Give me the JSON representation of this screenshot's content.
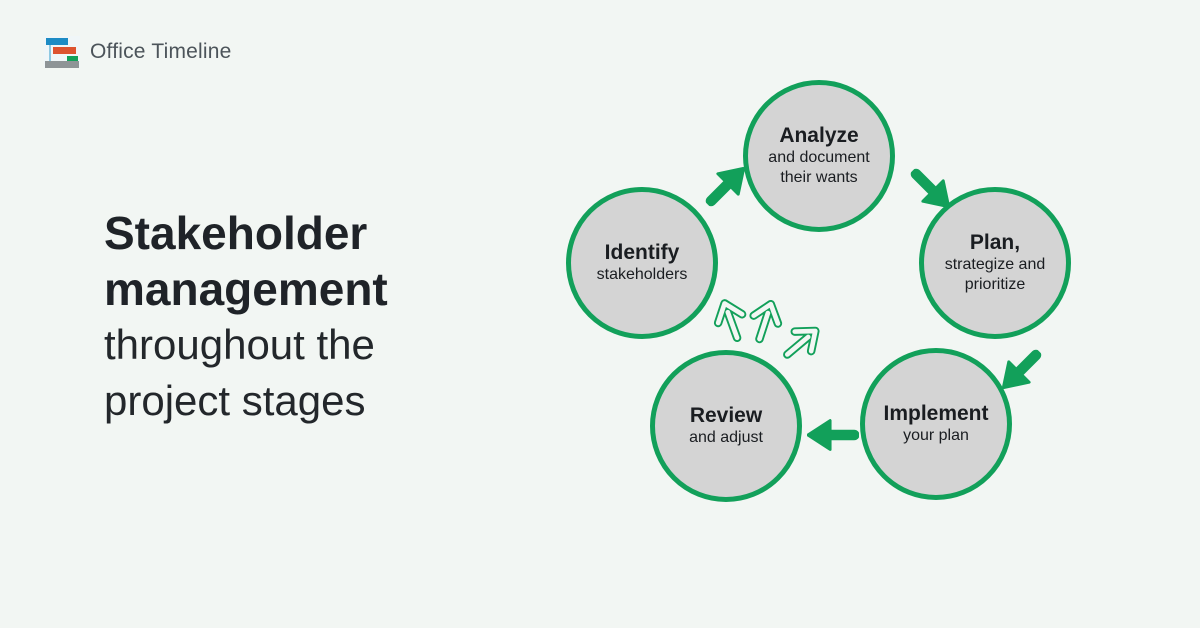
{
  "colors": {
    "background": "#F2F6F3",
    "accent_green": "#12A05A",
    "circle_fill": "#D4D4D4",
    "headline_text": "#1F2328",
    "logo_text": "#4C545A"
  },
  "logo": {
    "text": "Office Timeline",
    "icon": "gantt-chart-icon"
  },
  "headline": {
    "line1_bold": "Stakeholder",
    "line2_bold": "management",
    "line3_regular": "throughout the",
    "line4_regular": "project stages"
  },
  "cycle": {
    "stages": [
      {
        "title": "Analyze",
        "subtitle": "and document their wants"
      },
      {
        "title": "Plan,",
        "subtitle": "strategize and prioritize"
      },
      {
        "title": "Implement",
        "subtitle": "your plan"
      },
      {
        "title": "Review",
        "subtitle": "and adjust"
      },
      {
        "title": "Identify",
        "subtitle": "stakeholders"
      }
    ],
    "solid_arrows": [
      {
        "from": "Identify",
        "to": "Analyze",
        "direction": "up-right"
      },
      {
        "from": "Analyze",
        "to": "Plan",
        "direction": "down-right"
      },
      {
        "from": "Plan",
        "to": "Implement",
        "direction": "down-left"
      },
      {
        "from": "Implement",
        "to": "Review",
        "direction": "left"
      }
    ],
    "outline_arrows": [
      {
        "from": "Review",
        "to": "Identify",
        "direction": "up-left"
      },
      {
        "from": "Review",
        "to": "Identify",
        "direction": "up"
      },
      {
        "from": "Review",
        "to": "Identify",
        "direction": "up-right"
      }
    ]
  }
}
